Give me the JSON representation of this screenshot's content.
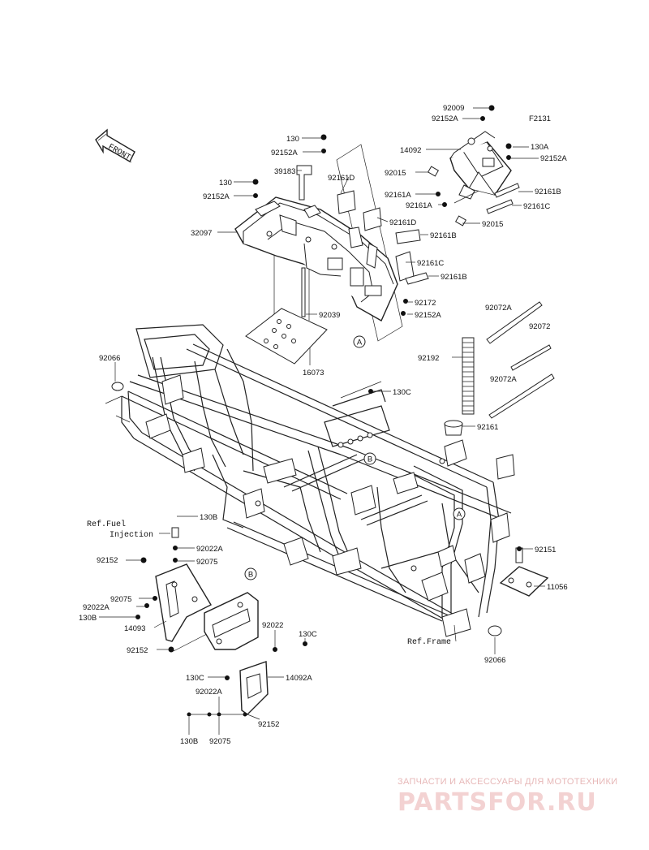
{
  "diagram": {
    "code": "F2131",
    "front_label": "FRONT",
    "callouts": [
      {
        "id": "c-92009",
        "text": "92009"
      },
      {
        "id": "c-92152A-1",
        "text": "92152A"
      },
      {
        "id": "c-14092",
        "text": "14092"
      },
      {
        "id": "c-130A",
        "text": "130A"
      },
      {
        "id": "c-92152A-2",
        "text": "92152A"
      },
      {
        "id": "c-92015-1",
        "text": "92015"
      },
      {
        "id": "c-92161A-1",
        "text": "92161A"
      },
      {
        "id": "c-92161B-1",
        "text": "92161B"
      },
      {
        "id": "c-92161A-2",
        "text": "92161A"
      },
      {
        "id": "c-92161C-1",
        "text": "92161C"
      },
      {
        "id": "c-92015-2",
        "text": "92015"
      },
      {
        "id": "c-130-1",
        "text": "130"
      },
      {
        "id": "c-92152A-3",
        "text": "92152A"
      },
      {
        "id": "c-39183",
        "text": "39183"
      },
      {
        "id": "c-92161D-1",
        "text": "92161D"
      },
      {
        "id": "c-130-2",
        "text": "130"
      },
      {
        "id": "c-92152A-4",
        "text": "92152A"
      },
      {
        "id": "c-92161D-2",
        "text": "92161D"
      },
      {
        "id": "c-32097",
        "text": "32097"
      },
      {
        "id": "c-92161B-2",
        "text": "92161B"
      },
      {
        "id": "c-92161C-2",
        "text": "92161C"
      },
      {
        "id": "c-92161B-3",
        "text": "92161B"
      },
      {
        "id": "c-92172",
        "text": "92172"
      },
      {
        "id": "c-92039",
        "text": "92039"
      },
      {
        "id": "c-92152A-5",
        "text": "92152A"
      },
      {
        "id": "c-16073",
        "text": "16073"
      },
      {
        "id": "c-92072A-1",
        "text": "92072A"
      },
      {
        "id": "c-92072",
        "text": "92072"
      },
      {
        "id": "c-92066-1",
        "text": "92066"
      },
      {
        "id": "c-92192",
        "text": "92192"
      },
      {
        "id": "c-92072A-2",
        "text": "92072A"
      },
      {
        "id": "c-130C-1",
        "text": "130C"
      },
      {
        "id": "c-92161",
        "text": "92161"
      },
      {
        "id": "c-130B-1",
        "text": "130B"
      },
      {
        "id": "c-92022A-1",
        "text": "92022A"
      },
      {
        "id": "c-92075-1",
        "text": "92075"
      },
      {
        "id": "c-92152-1",
        "text": "92152"
      },
      {
        "id": "c-92151",
        "text": "92151"
      },
      {
        "id": "c-11056",
        "text": "11056"
      },
      {
        "id": "c-92075-2",
        "text": "92075"
      },
      {
        "id": "c-92022A-2",
        "text": "92022A"
      },
      {
        "id": "c-130B-2",
        "text": "130B"
      },
      {
        "id": "c-14093",
        "text": "14093"
      },
      {
        "id": "c-92022",
        "text": "92022"
      },
      {
        "id": "c-130C-2",
        "text": "130C"
      },
      {
        "id": "c-92152-2",
        "text": "92152"
      },
      {
        "id": "c-130C-3",
        "text": "130C"
      },
      {
        "id": "c-14092A",
        "text": "14092A"
      },
      {
        "id": "c-92022A-3",
        "text": "92022A"
      },
      {
        "id": "c-92152-3",
        "text": "92152"
      },
      {
        "id": "c-130B-3",
        "text": "130B"
      },
      {
        "id": "c-92075-3",
        "text": "92075"
      },
      {
        "id": "c-92066-2",
        "text": "92066"
      }
    ],
    "references": {
      "fuel_line1": "Ref.Fuel",
      "fuel_line2": "Injection",
      "frame": "Ref.Frame"
    },
    "markers": {
      "a": "A",
      "b": "B"
    }
  },
  "watermark": {
    "tagline": "ЗАПЧАСТИ И АКСЕССУАРЫ ДЛЯ МОТОТЕХНИКИ",
    "brand": "PARTSFOR.RU"
  }
}
